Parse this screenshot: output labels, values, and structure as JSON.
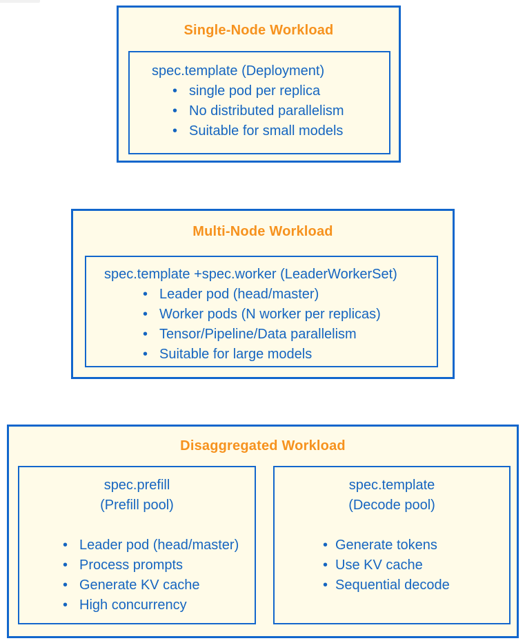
{
  "colors": {
    "panel_background": "#FFFBE8",
    "border_blue": "#1266CC",
    "title_orange": "#F6921E",
    "text_blue": "#1565C0"
  },
  "boxes": [
    {
      "title": "Single-Node Workload",
      "sections": [
        {
          "heading_lines": [
            "spec.template (Deployment)"
          ],
          "bullets": [
            "single pod per replica",
            "No distributed parallelism",
            "Suitable for small models"
          ]
        }
      ]
    },
    {
      "title": "Multi-Node Workload",
      "sections": [
        {
          "heading_lines": [
            "spec.template +spec.worker (LeaderWorkerSet)"
          ],
          "bullets": [
            "Leader pod (head/master)",
            "Worker pods (N worker per replicas)",
            "Tensor/Pipeline/Data parallelism",
            "Suitable for large models"
          ]
        }
      ]
    },
    {
      "title": "Disaggregated Workload",
      "sections": [
        {
          "heading_lines": [
            "spec.prefill",
            "(Prefill pool)"
          ],
          "bullets": [
            "Leader pod (head/master)",
            "Process prompts",
            "Generate KV cache",
            "High concurrency"
          ]
        },
        {
          "heading_lines": [
            "spec.template",
            "(Decode pool)"
          ],
          "bullets": [
            "Generate tokens",
            "Use KV cache",
            "Sequential decode"
          ]
        }
      ]
    }
  ]
}
